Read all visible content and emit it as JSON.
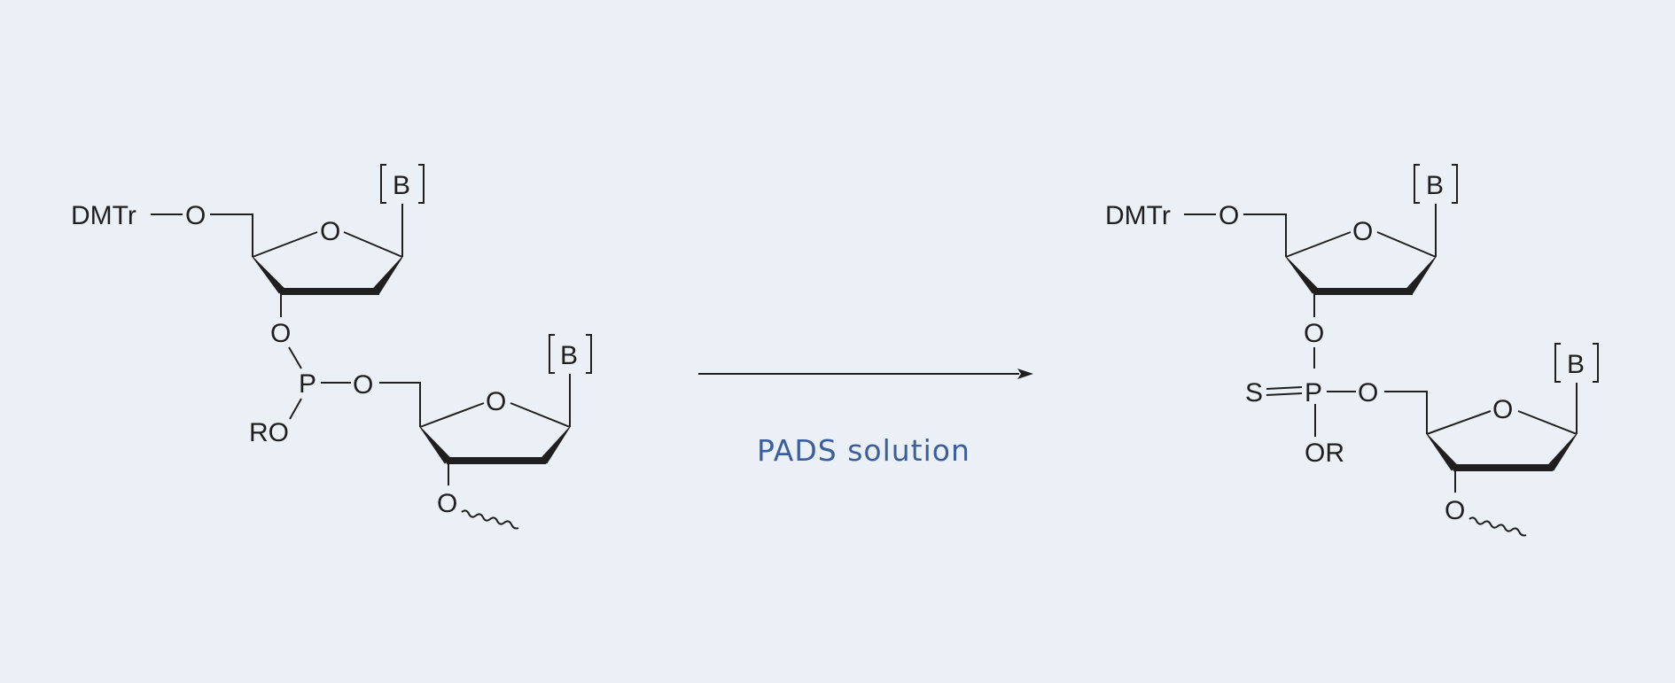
{
  "reactant": {
    "protecting_group": "DMTr",
    "oxygen": "O",
    "base": "B",
    "phosphorus": "P",
    "alkoxy": "RO"
  },
  "product": {
    "protecting_group": "DMTr",
    "oxygen": "O",
    "base": "B",
    "phosphorus": "P",
    "sulfur": "S",
    "alkoxy": "OR"
  },
  "reaction": {
    "reagent_label": "PADS solution",
    "arrow_color": "#1f1f1f",
    "label_color": "#3a5f9e"
  },
  "background_color": "#ebf0f7"
}
